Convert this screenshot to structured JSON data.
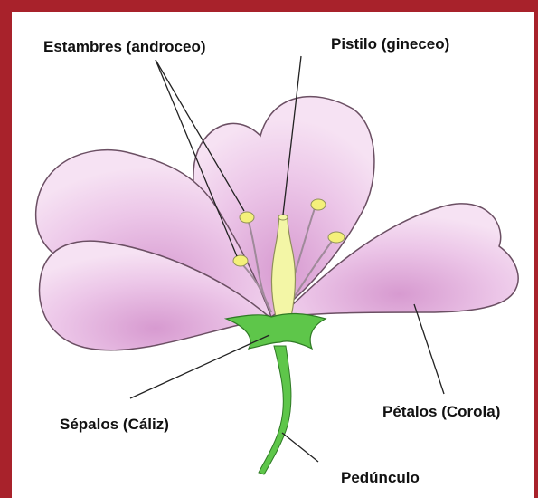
{
  "colors": {
    "frame": "#a8222b",
    "petal_fill": "#f0d0ec",
    "petal_shade": "#d79ad0",
    "petal_outline": "#6b4f63",
    "pistil": "#f3f6a6",
    "anther": "#f4f07a",
    "stem": "#5ec64a",
    "line": "#222222"
  },
  "labels": {
    "stamens": "Estambres (androceo)",
    "pistil": "Pistilo (gineceo)",
    "petals": "Pétalos (Corola)",
    "sepals": "Sépalos (Cáliz)",
    "peduncle": "Pedúnculo"
  }
}
